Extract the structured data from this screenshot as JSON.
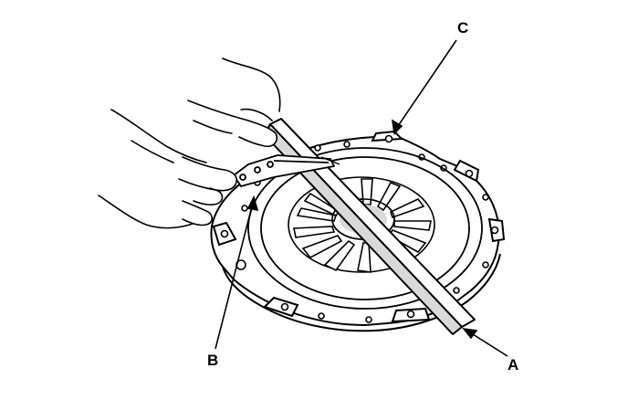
{
  "figure": {
    "callouts": {
      "a": "A",
      "b": "B",
      "c": "C"
    },
    "colors": {
      "line": "#000000",
      "fill": "#ffffff",
      "shade": "#d9d9d9"
    }
  }
}
